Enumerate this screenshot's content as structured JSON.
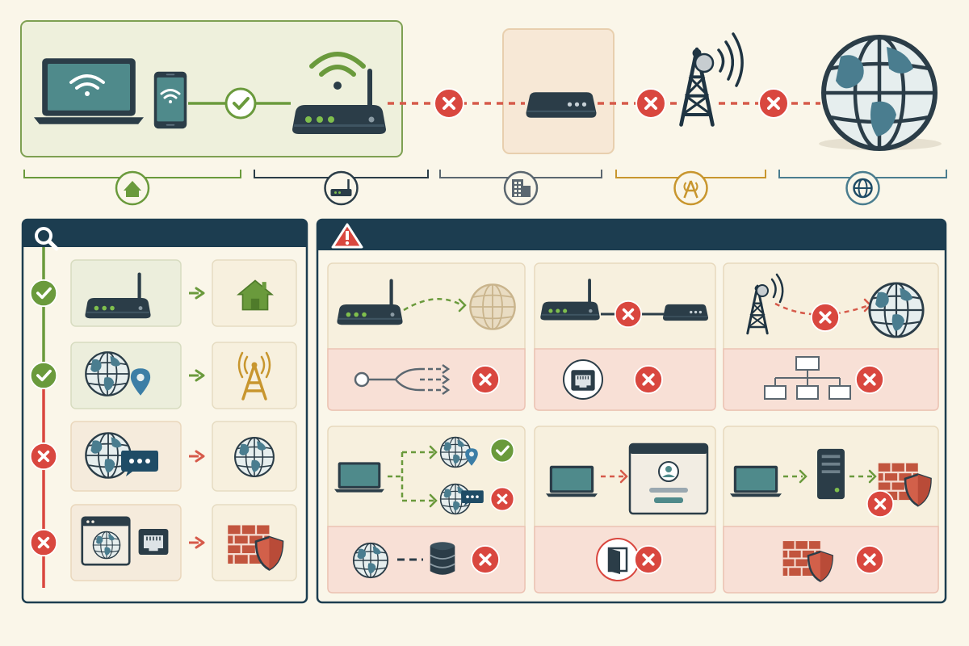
{
  "palette": {
    "background": "#faf6e9",
    "navy": "#1c3d50",
    "device_dark": "#2b3d48",
    "screen_teal": "#4f8a8b",
    "ok_green": "#6a9a3c",
    "fail_red": "#d9473f",
    "link_red": "#d65a4a",
    "wifi_green": "#6a9a3c",
    "home_panel": "#eef0dc",
    "office_panel": "#f7e8d6",
    "issue_panel": "#f8e0d6",
    "tower_gold": "#c8962e",
    "brick": "#c2553e",
    "shield": "#d2604a",
    "sand": "#d8c6a6"
  },
  "topology": {
    "segments": [
      {
        "icon": "home-icon",
        "color": "#6a9a3c"
      },
      {
        "icon": "router-icon",
        "color": "#2b3d48"
      },
      {
        "icon": "office-building-icon",
        "color": "#5b6770"
      },
      {
        "icon": "cell-tower-icon",
        "color": "#c8962e"
      },
      {
        "icon": "globe-icon",
        "color": "#4a7d8f"
      }
    ],
    "links": [
      {
        "from": "phone",
        "to": "router",
        "status": "ok"
      },
      {
        "from": "router",
        "to": "modem",
        "status": "fail"
      },
      {
        "from": "modem",
        "to": "tower",
        "status": "fail"
      },
      {
        "from": "tower",
        "to": "internet",
        "status": "fail"
      }
    ]
  },
  "diagnosis": {
    "header_icon": "magnifier-icon",
    "steps": [
      {
        "status": "ok",
        "source": "router-icon",
        "target": "home-icon"
      },
      {
        "status": "ok",
        "source": "globe-location-icon",
        "target": "cell-tower-icon"
      },
      {
        "status": "fail",
        "source": "globe-chat-icon",
        "target": "globe-icon"
      },
      {
        "status": "fail",
        "source": "browser-ethernet-icon",
        "target": "firewall-icon"
      }
    ]
  },
  "issues": {
    "header_icon": "warning-icon",
    "cards": [
      {
        "top": "router-no-internet",
        "bottom": "routing-split",
        "status": "fail"
      },
      {
        "top": "router-to-modem-broken",
        "bottom": "ethernet-port",
        "status": "fail"
      },
      {
        "top": "tower-to-internet-broken",
        "bottom": "network-hierarchy",
        "status": "fail"
      },
      {
        "top": "dns-lookup-partial",
        "bottom": "dns-server-database",
        "status": "fail"
      },
      {
        "top": "captive-portal-login",
        "bottom": "door-exit",
        "status": "fail"
      },
      {
        "top": "server-firewall-block",
        "bottom": "firewall",
        "status": "fail"
      }
    ]
  }
}
